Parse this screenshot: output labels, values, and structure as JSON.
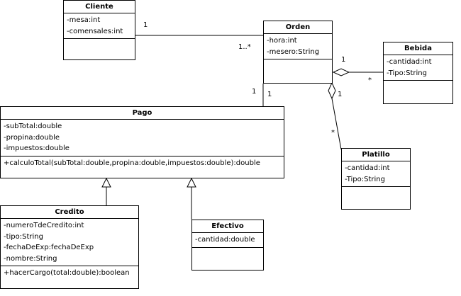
{
  "classes": {
    "cliente": {
      "name": "Cliente",
      "attributes": [
        "-mesa:int",
        "-comensales:int"
      ],
      "operations": []
    },
    "orden": {
      "name": "Orden",
      "attributes": [
        "-hora:int",
        "-mesero:String"
      ],
      "operations": []
    },
    "bebida": {
      "name": "Bebida",
      "attributes": [
        "-cantidad:int",
        "-Tipo:String"
      ],
      "operations": []
    },
    "platillo": {
      "name": "Platillo",
      "attributes": [
        "-cantidad:int",
        "-Tipo:String"
      ],
      "operations": []
    },
    "pago": {
      "name": "Pago",
      "attributes": [
        "-subTotal:double",
        "-propina:double",
        "-impuestos:double"
      ],
      "operations": [
        "+calculoTotal(subTotal:double,propina:double,impuestos:double):double"
      ]
    },
    "credito": {
      "name": "Credito",
      "attributes": [
        "-numeroTdeCredito:int",
        "-tipo:String",
        "-fechaDeExp:fechaDeExp",
        "-nombre:String"
      ],
      "operations": [
        "+hacerCargo(total:double):boolean"
      ]
    },
    "efectivo": {
      "name": "Efectivo",
      "attributes": [
        "-cantidad:double"
      ],
      "operations": []
    }
  },
  "multiplicities": {
    "cliente_orden_cliente": "1",
    "cliente_orden_orden": "1..*",
    "orden_bebida_orden": "1",
    "orden_bebida_bebida": "*",
    "orden_platillo_orden": "1",
    "orden_platillo_platillo": "*",
    "orden_pago_pago": "1",
    "orden_pago_orden": "1"
  }
}
